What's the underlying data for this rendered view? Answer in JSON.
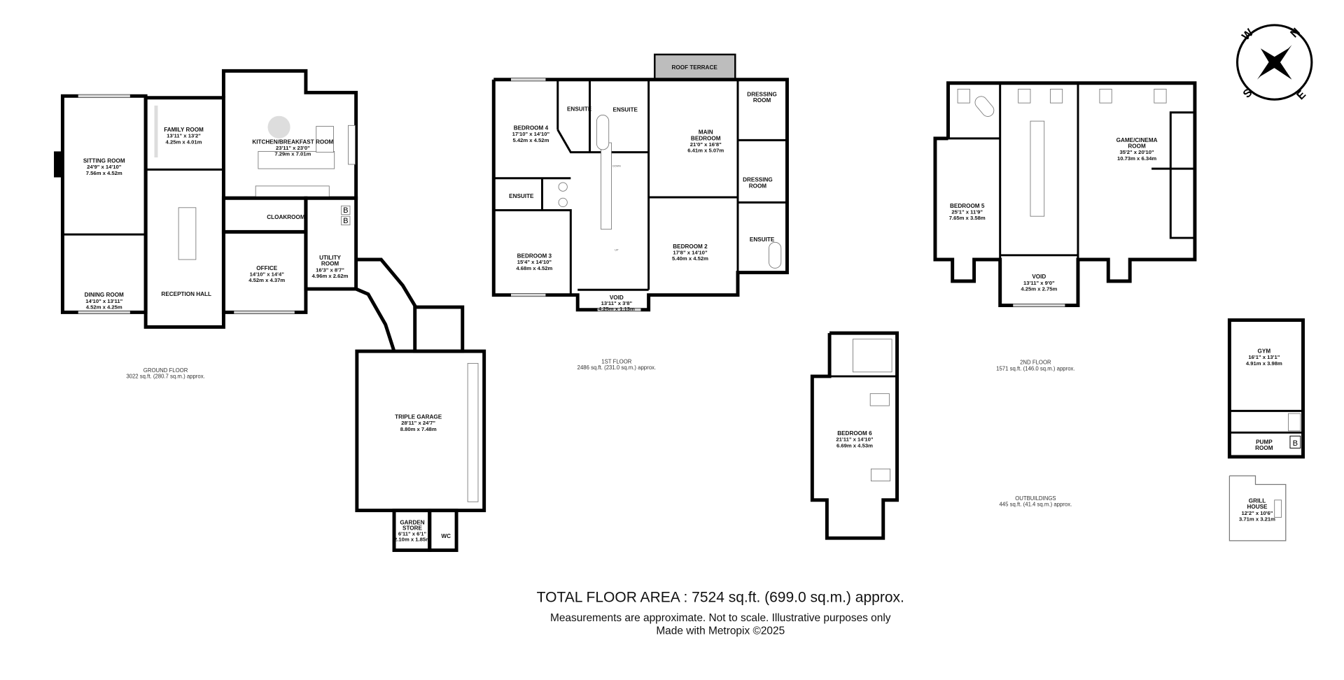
{
  "ground_floor": {
    "label": "GROUND FLOOR",
    "area": "3022 sq.ft. (280.7 sq.m.) approx.",
    "rooms": {
      "sitting": {
        "name": "SITTING ROOM",
        "imperial": "24'9\"  x 14'10\"",
        "metric": "7.56m  x 4.52m"
      },
      "family": {
        "name": "FAMILY ROOM",
        "imperial": "13'11\"  x 13'2\"",
        "metric": "4.25m  x 4.01m"
      },
      "kitchen": {
        "name": "KITCHEN/BREAKFAST ROOM",
        "imperial": "23'11\"  x 23'0\"",
        "metric": "7.29m  x 7.01m"
      },
      "dining": {
        "name": "DINING ROOM",
        "imperial": "14'10\"  x 13'11\"",
        "metric": "4.52m  x 4.25m"
      },
      "reception": {
        "name": "RECEPTION HALL"
      },
      "office": {
        "name": "OFFICE",
        "imperial": "14'10\"  x 14'4\"",
        "metric": "4.52m  x 4.37m"
      },
      "cloakroom": {
        "name": "CLOAKROOM"
      },
      "utility": {
        "name1": "UTILITY",
        "name2": "ROOM",
        "imperial": "16'3\"  x 8'7\"",
        "metric": "4.96m  x 2.62m"
      },
      "garage": {
        "name": "TRIPLE GARAGE",
        "imperial": "28'11\"  x 24'7\"",
        "metric": "8.80m  x 7.48m"
      },
      "garden_store": {
        "name1": "GARDEN",
        "name2": "STORE",
        "imperial": "6'11\"  x 6'1\"",
        "metric": "2.10m  x 1.85m"
      },
      "wc": {
        "name": "WC"
      }
    },
    "boiler_marks": [
      "B",
      "B"
    ]
  },
  "first_floor": {
    "label": "1ST FLOOR",
    "area": "2486 sq.ft. (231.0 sq.m.) approx.",
    "rooms": {
      "roof_terrace": {
        "name": "ROOF TERRACE"
      },
      "bedroom4": {
        "name": "BEDROOM 4",
        "imperial": "17'10\"  x 14'10\"",
        "metric": "5.42m  x 4.52m"
      },
      "ensuite_a": {
        "name": "ENSUITE"
      },
      "ensuite_b": {
        "name": "ENSUITE"
      },
      "main_bedroom": {
        "name1": "MAIN",
        "name2": "BEDROOM",
        "imperial": "21'0\"  x 16'8\"",
        "metric": "6.41m  x 5.07m"
      },
      "dressing_a": {
        "name1": "DRESSING",
        "name2": "ROOM"
      },
      "dressing_b": {
        "name1": "DRESSING",
        "name2": "ROOM"
      },
      "ensuite_c": {
        "name": "ENSUITE"
      },
      "bedroom3": {
        "name": "BEDROOM 3",
        "imperial": "15'4\"  x 14'10\"",
        "metric": "4.68m  x 4.52m"
      },
      "bedroom2": {
        "name": "BEDROOM 2",
        "imperial": "17'8\"  x 14'10\"",
        "metric": "5.40m  x 4.52m"
      },
      "ensuite_d": {
        "name": "ENSUITE"
      },
      "void": {
        "name": "VOID",
        "imperial": "13'11\"  x 3'8\"",
        "metric": "4.25m  x 1.13m"
      }
    },
    "stair_down": "DOWN",
    "stair_up": "UP"
  },
  "second_floor": {
    "label": "2ND FLOOR",
    "area": "1571 sq.ft. (146.0 sq.m.) approx.",
    "rooms": {
      "bedroom5": {
        "name": "BEDROOM 5",
        "imperial": "25'1\"  x 11'9\"",
        "metric": "7.65m  x 3.58m"
      },
      "game": {
        "name1": "GAME/CINEMA",
        "name2": "ROOM",
        "imperial": "35'2\"  x 20'10\"",
        "metric": "10.73m  x 6.34m"
      },
      "void": {
        "name": "VOID",
        "imperial": "13'11\"  x 9'0\"",
        "metric": "4.25m  x 2.75m"
      },
      "bedroom6": {
        "name": "BEDROOM  6",
        "imperial": "21'11\"  x 14'10\"",
        "metric": "6.69m  x 4.53m"
      }
    }
  },
  "outbuildings": {
    "label": "OUTBUILDINGS",
    "area": "445 sq.ft. (41.4 sq.m.) approx.",
    "rooms": {
      "gym": {
        "name": "GYM",
        "imperial": "16'1\"  x 13'1\"",
        "metric": "4.91m  x 3.98m"
      },
      "pump": {
        "name1": "PUMP",
        "name2": "ROOM"
      },
      "grill": {
        "name1": "GRILL",
        "name2": "HOUSE",
        "imperial": "12'2\"  x 10'6\"",
        "metric": "3.71m  x 3.21m"
      }
    },
    "boiler_mark": "B"
  },
  "compass": {
    "n": "N",
    "e": "E",
    "s": "S",
    "w": "W",
    "icon": "compass-rose-icon"
  },
  "footer": {
    "total": "TOTAL FLOOR AREA : 7524 sq.ft. (699.0 sq.m.) approx.",
    "disclaimer": "Measurements are approximate.  Not to scale.  Illustrative purposes only",
    "credit": "Made with Metropix ©2025"
  },
  "colors": {
    "walls": "#000000",
    "roof_terrace": "#bdbdbd",
    "windows": "#d8d8d8"
  }
}
